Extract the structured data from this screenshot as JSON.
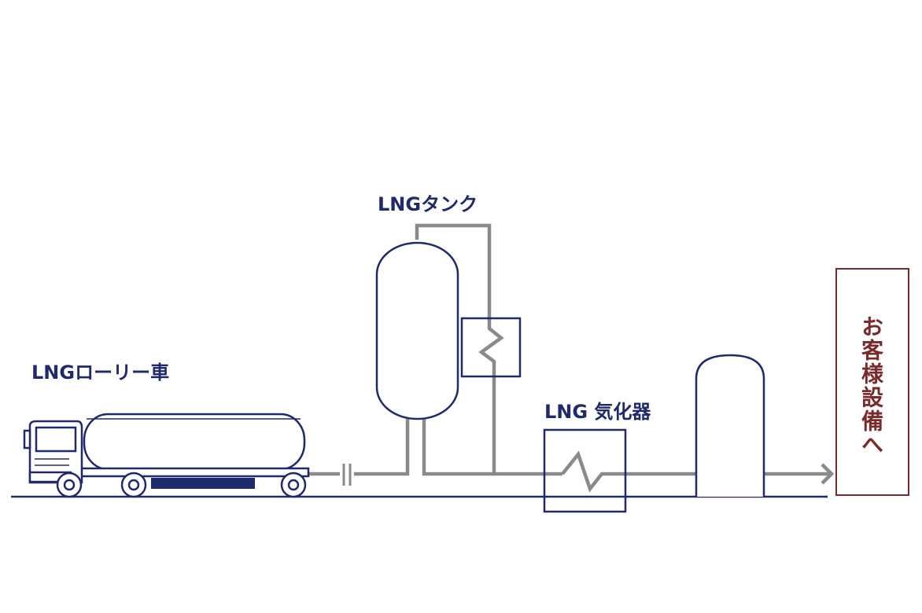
{
  "labels": {
    "truck": "LNGローリー車",
    "tank": "LNGタンク",
    "vaporizer": "LNG 気化器",
    "destination": "お客様設備へ"
  },
  "colors": {
    "navy": "#1f2a6b",
    "pipe": "#8a8a8a",
    "destination": "#7a2a2a",
    "background": "#ffffff"
  }
}
